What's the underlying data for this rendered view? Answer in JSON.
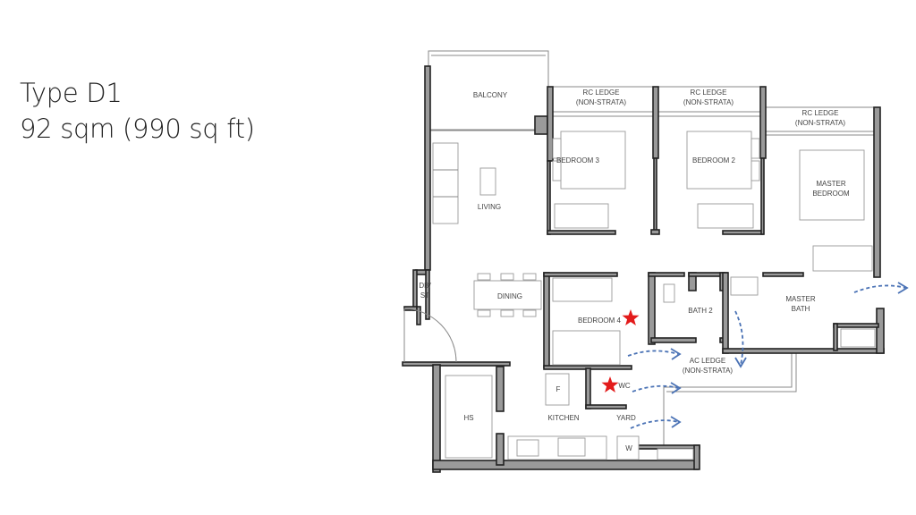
{
  "unit": {
    "type": "Type D1",
    "area": "92 sqm (990 sq ft)"
  },
  "rooms": {
    "balcony": "BALCONY",
    "rc_ledge": "RC LEDGE",
    "non_strata": "(NON-STRATA)",
    "bedroom3": "BEDROOM 3",
    "bedroom2": "BEDROOM 2",
    "master_bedroom_1": "MASTER",
    "master_bedroom_2": "BEDROOM",
    "living": "LIVING",
    "dining": "DINING",
    "db_st_1": "DB/",
    "db_st_2": "ST",
    "bedroom4": "BEDROOM 4",
    "bath2": "BATH 2",
    "master_bath_1": "MASTER",
    "master_bath_2": "BATH",
    "ac_ledge": "AC LEDGE",
    "wc": "WC",
    "fridge": "F",
    "hs": "HS",
    "kitchen": "KITCHEN",
    "yard": "YARD",
    "washer": "W"
  },
  "colors": {
    "wall": "#9a9a9a",
    "arrow": "#4a72b5",
    "star": "#e31b1b"
  }
}
